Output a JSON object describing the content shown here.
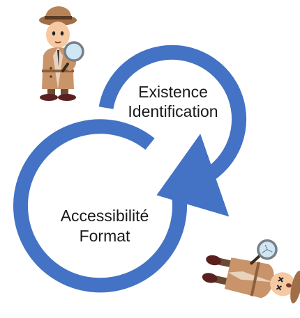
{
  "diagram": {
    "top_loop": {
      "line1": "Existence",
      "line2": "Identification"
    },
    "bottom_loop": {
      "line1": "Accessibilité",
      "line2": "Format"
    },
    "colors": {
      "arrow": "#4472c4",
      "text": "#1a1a1a",
      "coat": "#c9946a",
      "hat": "#b88257",
      "skin": "#f5c9a2",
      "lens": "#cfe7f5"
    },
    "icons": [
      "detective-icon",
      "fallen-detective-icon",
      "magnifying-glass-icon"
    ]
  }
}
